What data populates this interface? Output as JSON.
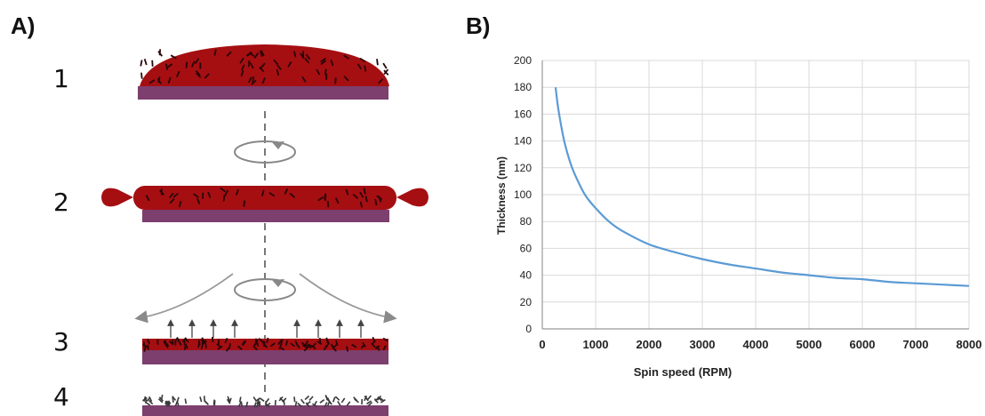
{
  "panel_a": {
    "label": "A)",
    "steps": [
      "1",
      "2",
      "3",
      "4"
    ],
    "colors": {
      "solution": "#a50f12",
      "substrate": "#7d3f6e",
      "particles": "#2a0608",
      "arrows": "#8a8a8a",
      "axis": "#777777"
    }
  },
  "panel_b": {
    "label": "B)",
    "chart_data": {
      "type": "line",
      "title": "",
      "xlabel": "Spin speed (RPM)",
      "ylabel": "Thickness (nm)",
      "xlim": [
        0,
        8000
      ],
      "ylim": [
        0,
        200
      ],
      "xticks": [
        "0",
        "1000",
        "2000",
        "3000",
        "4000",
        "5000",
        "6000",
        "7000",
        "8000"
      ],
      "yticks": [
        "0",
        "20",
        "40",
        "60",
        "80",
        "100",
        "120",
        "140",
        "160",
        "180",
        "200"
      ],
      "grid": true,
      "legend": "none",
      "series": [
        {
          "color": "#5b9bd5",
          "x": [
            250,
            300,
            400,
            500,
            600,
            800,
            1000,
            1250,
            1500,
            2000,
            2500,
            3000,
            3500,
            4000,
            4500,
            5000,
            5500,
            6000,
            6500,
            7000,
            7500,
            8000
          ],
          "y": [
            180,
            164,
            142,
            127,
            116,
            100,
            90,
            80,
            73,
            63,
            57,
            52,
            48,
            45,
            42,
            40,
            38,
            37,
            35,
            34,
            33,
            32
          ]
        }
      ]
    }
  }
}
